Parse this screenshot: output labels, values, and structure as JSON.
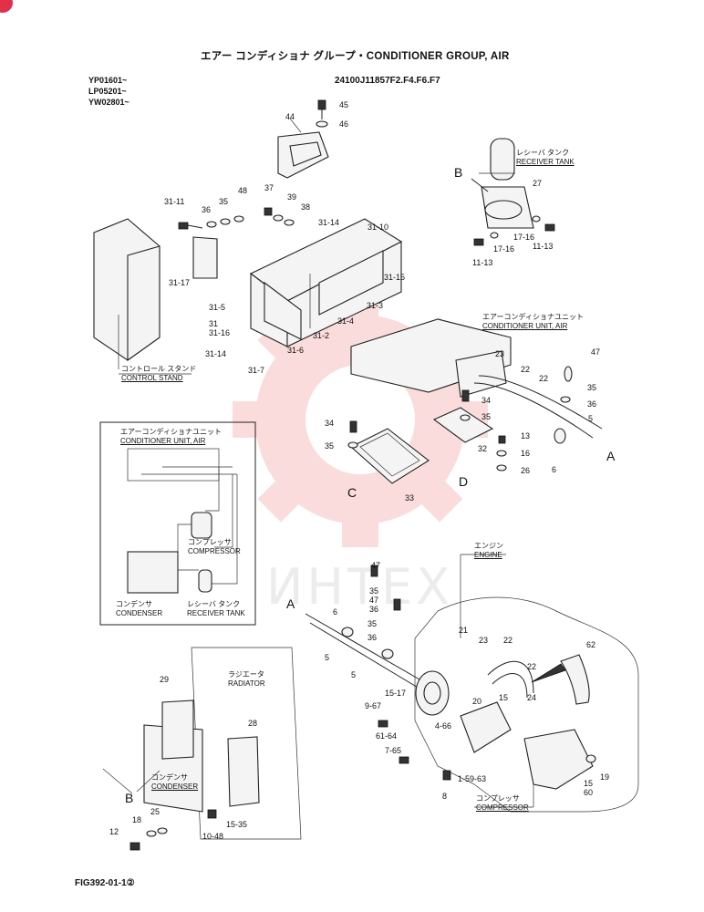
{
  "header": {
    "title": "エアー コンディショナ グループ・CONDITIONER GROUP, AIR",
    "serial_codes": [
      "YP01601~",
      "LP05201~",
      "YW02801~"
    ],
    "drawing_no": "24100J11857F2.F4.F6.F7",
    "figure_no": "FIG392-01-1②"
  },
  "captions": {
    "receiver_tank_top": {
      "jp": "レシーバ タンク",
      "en": "RECEIVER TANK"
    },
    "control_stand": {
      "jp": "コントロール スタンド",
      "en": "CONTROL STAND"
    },
    "conditioner_unit_right": {
      "jp": "エアーコンディショナユニット",
      "en": "CONDITIONER UNIT, AIR"
    },
    "conditioner_unit_box": {
      "jp": "エアーコンディショナユニット",
      "en": "CONDITIONER UNIT, AIR"
    },
    "compressor_box": {
      "jp": "コンプレッサ",
      "en": "COMPRESSOR"
    },
    "condenser_box": {
      "jp": "コンデンサ",
      "en": "CONDENSER"
    },
    "receiver_tank_box": {
      "jp": "レシーバ タンク",
      "en": "RECEIVER TANK"
    },
    "engine": {
      "jp": "エンジン",
      "en": "ENGINE"
    },
    "radiator": {
      "jp": "ラジエータ",
      "en": "RADIATOR"
    },
    "condenser_bottom": {
      "jp": "コンデンサ",
      "en": "CONDENSER"
    },
    "compressor_bottom": {
      "jp": "コンプレッサ",
      "en": "COMPRESSOR"
    }
  },
  "view_letters": [
    "A",
    "B",
    "C",
    "D"
  ],
  "watermark": "ИНТЕХ",
  "callouts": {
    "c45": "45",
    "c46": "46",
    "c44": "44",
    "c31_11": "31-11",
    "c36a": "36",
    "c35a": "35",
    "c48": "48",
    "c37": "37",
    "c39": "39",
    "c38": "38",
    "c31_14a": "31-14",
    "c31_10": "31-10",
    "c31_15": "31-15",
    "c31_3": "31-3",
    "c31_4": "31-4",
    "c31_17": "31-17",
    "c31_5": "31-5",
    "c31": "31",
    "c31_16": "31-16",
    "c31_2": "31-2",
    "c31_6": "31-6",
    "c31_14b": "31-14",
    "c31_7": "31-7",
    "c27": "27",
    "c17_16a": "17-16",
    "c17_16b": "17-16",
    "c11_13a": "11-13",
    "c11_13b": "11-13",
    "c23a": "23",
    "c47a": "47",
    "c22a": "22",
    "c22b": "22",
    "c35b": "35",
    "c36b": "36",
    "c5a": "5",
    "c34a": "34",
    "c35c": "35",
    "c34b": "34",
    "c35d": "35",
    "c32": "32",
    "c13": "13",
    "c16": "16",
    "c26": "26",
    "c6a": "6",
    "c33": "33",
    "c47b": "47",
    "c35e": "35",
    "c47c": "47",
    "c36c": "36",
    "c6b": "6",
    "c5b": "5",
    "c35f": "35",
    "c36d": "36",
    "c5c": "5",
    "c21": "21",
    "c23b": "23",
    "c22c": "22",
    "c22d": "22",
    "c62": "62",
    "c20": "20",
    "c15_17": "15-17",
    "c9_67": "9-67",
    "c15a": "15",
    "c24": "24",
    "c4_66": "4-66",
    "c61_64": "61-64",
    "c7_65": "7-65",
    "c1_59_63": "1-59-63",
    "c8": "8",
    "c15b": "15",
    "c60": "60",
    "c19": "19",
    "c29": "29",
    "c28": "28",
    "c25": "25",
    "c18": "18",
    "c12": "12",
    "c10_48": "10-48",
    "c15_35": "15-35"
  }
}
